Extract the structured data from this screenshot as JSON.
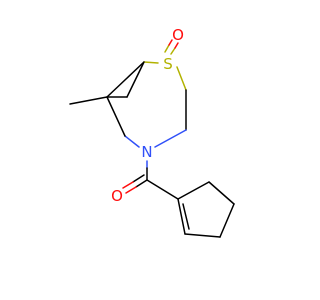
{
  "structure": {
    "atoms": [
      {
        "symbol": "S",
        "color": "#b2b200"
      },
      {
        "symbol": "O",
        "color": "#ff0d0d"
      },
      {
        "symbol": "N",
        "color": "#3050f8"
      },
      {
        "symbol": "O",
        "color": "#ff0d0d"
      }
    ]
  }
}
